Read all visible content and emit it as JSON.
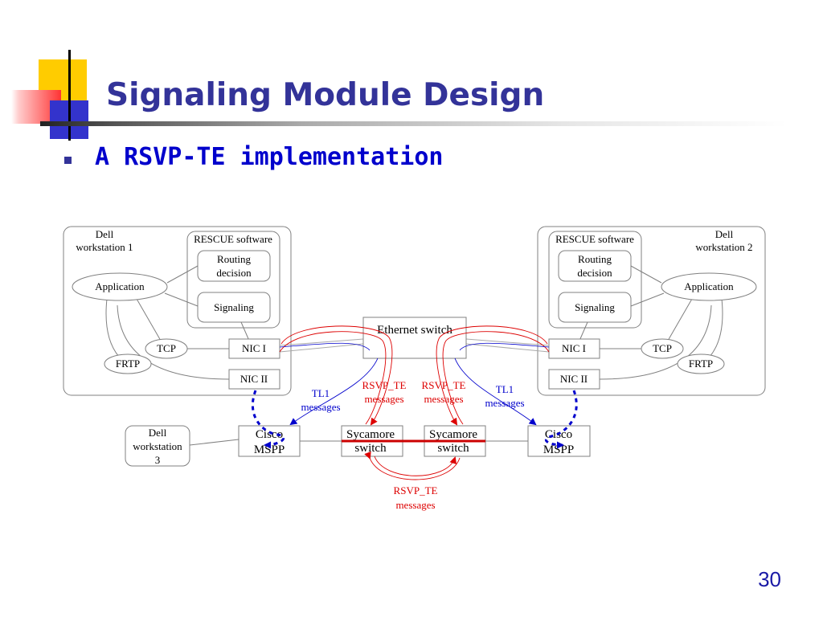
{
  "slide": {
    "title": "Signaling Module Design",
    "bullet": "A RSVP-TE implementation",
    "page_number": "30"
  },
  "diagram": {
    "left_workstation": {
      "name_line1": "Dell",
      "name_line2": "workstation 1",
      "software_group": "RESCUE software",
      "routing_line1": "Routing",
      "routing_line2": "decision",
      "signaling": "Signaling",
      "application": "Application",
      "tcp": "TCP",
      "frtp": "FRTP",
      "nic1": "NIC I",
      "nic2": "NIC II"
    },
    "right_workstation": {
      "name_line1": "Dell",
      "name_line2": "workstation 2",
      "software_group": "RESCUE software",
      "routing_line1": "Routing",
      "routing_line2": "decision",
      "signaling": "Signaling",
      "application": "Application",
      "tcp": "TCP",
      "frtp": "FRTP",
      "nic1": "NIC I",
      "nic2": "NIC II"
    },
    "ethernet_switch": "Ethernet switch",
    "workstation3": {
      "line1": "Dell",
      "line2": "workstation",
      "line3": "3"
    },
    "left_mspp": {
      "line1": "Cisco",
      "line2": "MSPP"
    },
    "right_mspp": {
      "line1": "Cisco",
      "line2": "MSPP"
    },
    "left_sycamore": {
      "line1": "Sycamore",
      "line2": "switch"
    },
    "right_sycamore": {
      "line1": "Sycamore",
      "line2": "switch"
    },
    "labels": {
      "tl1_left_line1": "TL1",
      "tl1_left_line2": "messages",
      "tl1_right_line1": "TL1",
      "tl1_right_line2": "messages",
      "rsvp_left_line1": "RSVP_TE",
      "rsvp_left_line2": "messages",
      "rsvp_right_line1": "RSVP_TE",
      "rsvp_right_line2": "messages",
      "rsvp_bottom_line1": "RSVP_TE",
      "rsvp_bottom_line2": "messages"
    },
    "colors": {
      "tl1": "#0000cc",
      "rsvp": "#dd0000",
      "link_line": "#999999",
      "sycamore_link": "#cc0000"
    }
  }
}
